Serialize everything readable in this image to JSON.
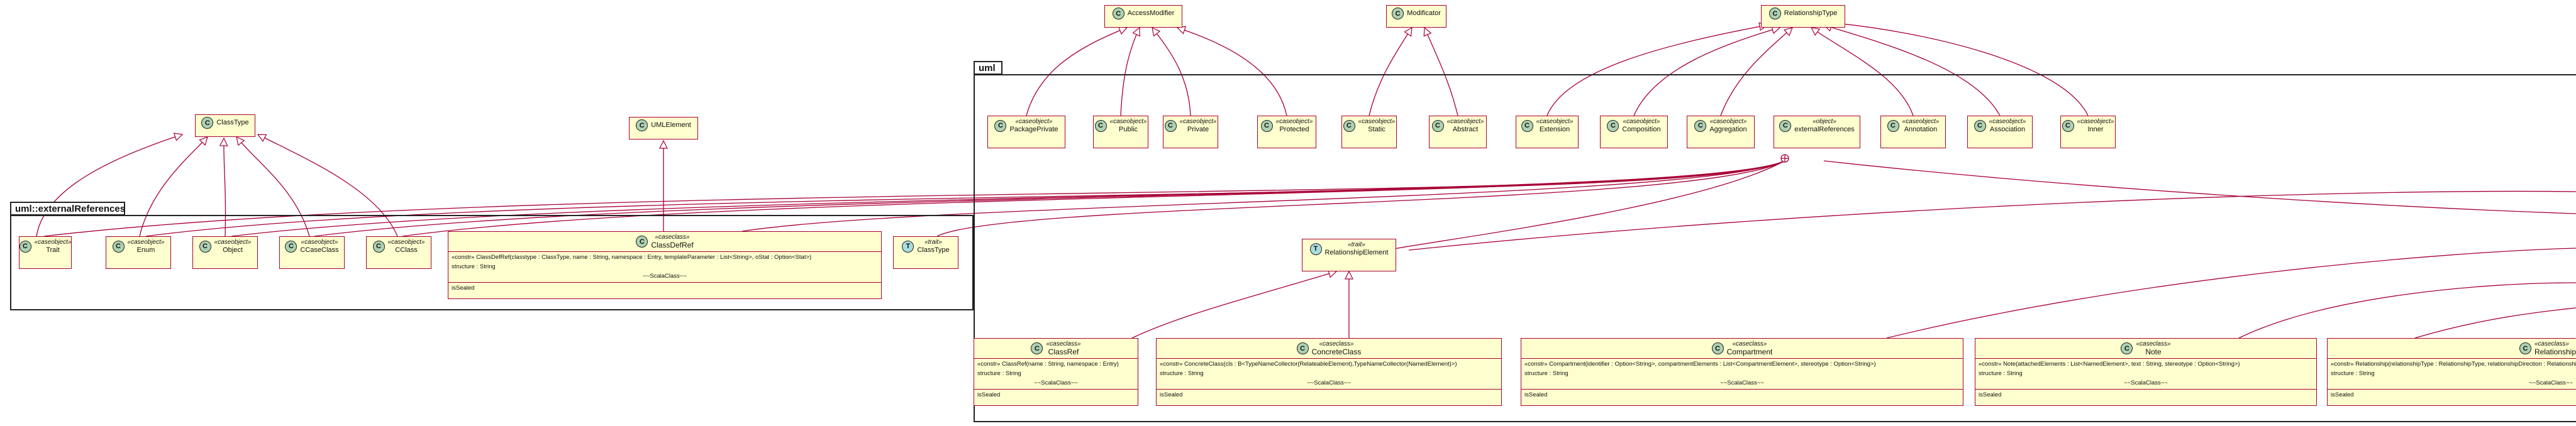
{
  "packages": {
    "uml": "uml",
    "externalReferences": "uml::externalReferences"
  },
  "stereotypes": {
    "caseobject": "«caseobject»",
    "caseclass": "«caseclass»",
    "object": "«object»",
    "trait": "«trait»"
  },
  "circle_letters": {
    "class": "C",
    "trait": "T"
  },
  "boxes": {
    "AccessModifier": "AccessModifier",
    "Modificator": "Modificator",
    "RelationshipType": "RelationshipType",
    "ClassType": "ClassType",
    "UMLElement": "UMLElement",
    "PackagePrivate": "PackagePrivate",
    "Public": "Public",
    "Private": "Private",
    "Protected": "Protected",
    "Static": "Static",
    "Abstract": "Abstract",
    "Extension": "Extension",
    "Composition": "Composition",
    "Aggregation": "Aggregation",
    "externalReferences": "externalReferences",
    "Annotation": "Annotation",
    "Association": "Association",
    "Inner": "Inner",
    "Trait": "Trait",
    "Enum": "Enum",
    "Object": "Object",
    "CCaseClass": "CCaseClass",
    "CClass": "CClass",
    "ClassDefRef": "ClassDefRef",
    "ClassTypeTrait": "ClassType",
    "RelationshipElement": "RelationshipElement",
    "ClassRef": "ClassRef",
    "ConcreteClass": "ConcreteClass",
    "Compartment": "Compartment",
    "Note": "Note",
    "Relationship": "Relationship"
  },
  "members": {
    "ClassDefRef": {
      "ctor": "«constr» ClassDefRef(classtype : ClassType, name : String, namespace : Entry, templateParameter : List<String>, oStat : Option<Stat>)",
      "field": "structure : String",
      "scala": "~~ScalaClass~~",
      "method": "isSealed"
    },
    "ClassRef": {
      "ctor": "«constr» ClassRef(name : String, namespace : Entry)",
      "field": "structure : String",
      "scala": "~~ScalaClass~~",
      "method": "isSealed"
    },
    "ConcreteClass": {
      "ctor": "«constr» ConcreteClass(cls : B<TypeNameCollector(RelateableElement),TypeNameCollector(NamedElement)>)",
      "field": "structure : String",
      "scala": "~~ScalaClass~~",
      "method": "isSealed"
    },
    "Compartment": {
      "ctor": "«constr» Compartment(identifier : Option<String>, compartmentElements : List<CompartmentElement>, stereotype : Option<String>)",
      "field": "structure : String",
      "scala": "~~ScalaClass~~",
      "method": "isSealed"
    },
    "Note": {
      "ctor": "«constr» Note(attachedElements : List<NamedElement>, text : String, stereotype : Option<String>)",
      "field": "structure : String",
      "scala": "~~ScalaClass~~",
      "method": "isSealed"
    },
    "Relationship": {
      "ctor": "«constr» Relationship(relationshipType : RelationshipType, relationshipDirection : RelationshipD",
      "field": "structure : String",
      "scala": "~~ScalaClass~~",
      "method": "isSealed"
    }
  },
  "colors": {
    "box_fill": "#fefece",
    "border": "#a80036",
    "class_circle": "#add1b2",
    "trait_circle": "#a9dcdf",
    "edge": "#a80036"
  }
}
